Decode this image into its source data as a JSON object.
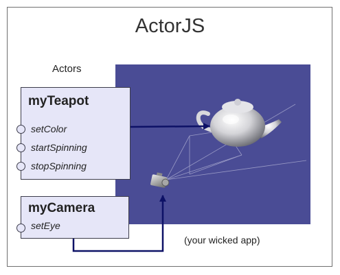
{
  "title": "ActorJS",
  "actors_heading": "Actors",
  "actors": [
    {
      "name": "myTeapot",
      "methods": [
        "setColor",
        "startSpinning",
        "stopSpinning"
      ]
    },
    {
      "name": "myCamera",
      "methods": [
        "setEye"
      ]
    }
  ],
  "app_caption": "(your wicked app)",
  "colors": {
    "viewport_bg": "#4a4c95",
    "actor_fill": "#e6e6f8",
    "arrow": "#0d1166"
  },
  "icons": [
    "teapot-icon",
    "camera-icon"
  ]
}
